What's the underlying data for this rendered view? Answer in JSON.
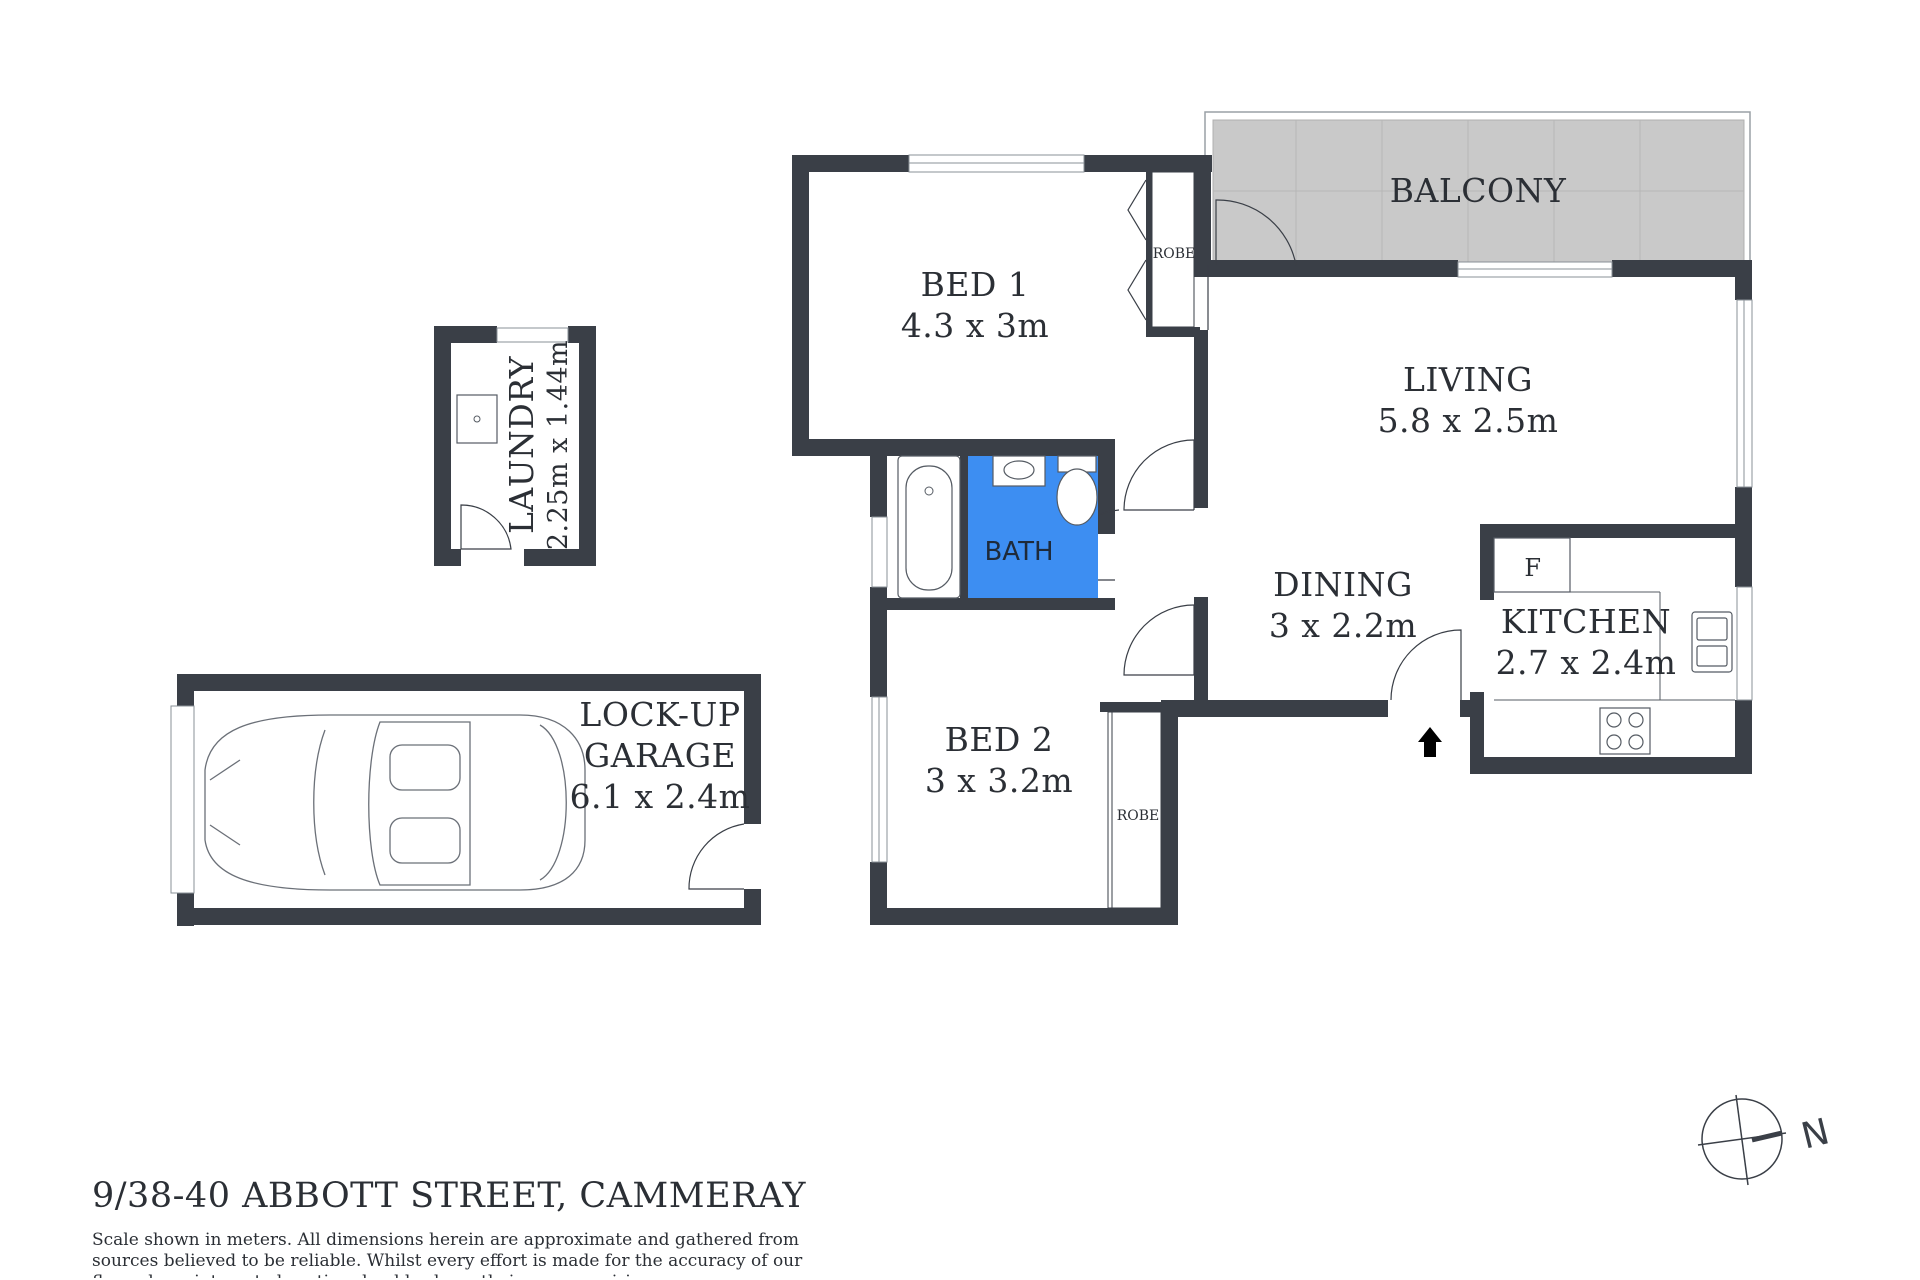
{
  "rooms": {
    "balcony": {
      "name": "BALCONY"
    },
    "bed1": {
      "name": "BED 1",
      "dims": "4.3 x 3m"
    },
    "robe1": {
      "name": "ROBE"
    },
    "living": {
      "name": "LIVING",
      "dims": "5.8 x 2.5m"
    },
    "laundry": {
      "name": "LAUNDRY",
      "dims": "2.25m x 1.44m"
    },
    "bath": {
      "name": "BATH"
    },
    "dining": {
      "name": "DINING",
      "dims": "3 x 2.2m"
    },
    "kitchen": {
      "name": "KITCHEN",
      "dims": "2.7 x 2.4m",
      "fridge": "F"
    },
    "garage": {
      "line1": "LOCK-UP",
      "line2": "GARAGE",
      "dims": "6.1 x 2.4m"
    },
    "bed2": {
      "name": "BED 2",
      "dims": "3 x 3.2m"
    },
    "robe2": {
      "name": "ROBE"
    }
  },
  "compass": {
    "letter": "N"
  },
  "footer": {
    "address": "9/38-40 ABBOTT STREET, CAMMERAY",
    "disclaimer": "Scale shown in meters. All dimensions herein are approximate and gathered from sources believed to be reliable. Whilst every effort is made for the accuracy of our floor plans, interested parties should rely on their own enquiries."
  },
  "colors": {
    "wall": "#3a3f47",
    "bath_fill": "#3d8ef2",
    "balcony_fill": "#c9c9c9"
  }
}
